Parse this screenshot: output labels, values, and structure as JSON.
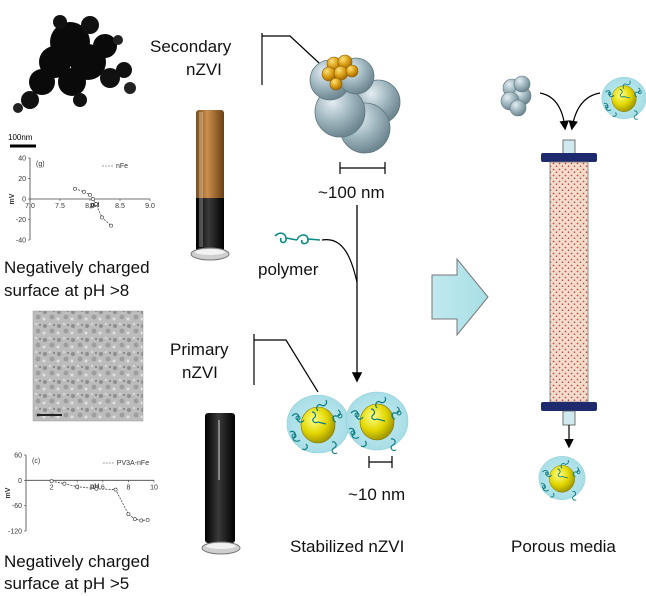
{
  "labels": {
    "secondary": [
      "Secondary",
      "nZVI"
    ],
    "primary": [
      "Primary",
      "nZVI"
    ],
    "polymer": "polymer",
    "scale_100": "~100 nm",
    "scale_10": "~10 nm",
    "scale_100nm_bar": "100nm",
    "stabilized": "Stabilized nZVI",
    "porous": "Porous media",
    "neg1": [
      "Negatively charged",
      "surface at pH >8"
    ],
    "neg2": [
      "Negatively charged",
      "surface at pH >5"
    ]
  },
  "chart_data": [
    {
      "type": "line",
      "panel_label": "(g)",
      "legend": "nFe",
      "ylabel": "mV",
      "xlabel": "pH",
      "xticks": [
        "7.0",
        "7.5",
        "8.0",
        "8.5",
        "9.0"
      ],
      "yticks": [
        "40",
        "20",
        "0",
        "-20",
        "-40"
      ],
      "xlim": [
        7.0,
        9.0
      ],
      "ylim": [
        -40,
        40
      ],
      "series": [
        {
          "x": [
            7.75,
            7.9,
            8.0,
            8.05,
            8.1,
            8.2,
            8.35
          ],
          "y": [
            10,
            7,
            4,
            0,
            -5,
            -18,
            -26
          ]
        }
      ]
    },
    {
      "type": "line",
      "panel_label": "(c)",
      "legend": "PV3A-nFe",
      "ylabel": "mV",
      "xlabel": "pH",
      "xticks": [
        "2",
        "4",
        "6",
        "8",
        "10"
      ],
      "yticks": [
        "60",
        "0",
        "-60",
        "-120"
      ],
      "xlim": [
        0,
        10
      ],
      "ylim": [
        -120,
        60
      ],
      "series": [
        {
          "x": [
            2,
            3,
            4,
            5.5,
            7,
            8,
            8.5,
            9,
            9.5
          ],
          "y": [
            -2,
            -8,
            -15,
            -20,
            -22,
            -80,
            -92,
            -95,
            -94
          ]
        }
      ]
    }
  ]
}
